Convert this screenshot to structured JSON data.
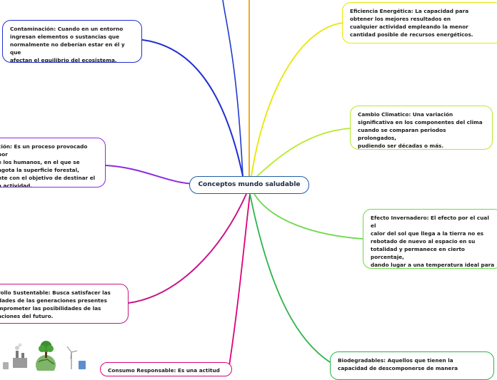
{
  "central": "Conceptos mundo saludable",
  "nodes": [
    {
      "id": "contaminacion",
      "color": "#1f2fd1",
      "text": "Contaminación: Cuando en un entorno\ningresan elementos o sustancias que\nnormalmente no deberían estar en él y que\nafectan el equilibrio del ecosistema."
    },
    {
      "id": "deforestacion",
      "color": "#8a2be2",
      "text": "ción: Es un proceso provocado por\ne los humanos, en el que se\nagota la superficie forestal,\nnte con el objetivo de destinar el\na actividad."
    },
    {
      "id": "desarrollo",
      "color": "#c71585",
      "text": "rollo Sustentable: Busca satisfacer las\ndades de las generaciones presentes\nmprometer las posibilidades de las\naciones del futuro."
    },
    {
      "id": "consumo",
      "color": "#e0007a",
      "text": "Consumo Responsable: Es una actitud que"
    },
    {
      "id": "eficiencia",
      "color": "#e8e800",
      "text": "Eficiencia Energética: La capacidad para\nobtener los mejores resultados en\ncualquier actividad empleando la menor\ncantidad posible de recursos energéticos."
    },
    {
      "id": "cambio",
      "color": "#b6ea2a",
      "text": "Cambio Climatico: Una variación\nsignificativa en los componentes del clima\ncuando se comparan periodos prolongados,\npudiendo ser décadas o más."
    },
    {
      "id": "invernadero",
      "color": "#6fd84c",
      "text": "Efecto Invernadero: El efecto por el cual el\ncalor del sol que llega a la tierra no es\nrebotado de nuevo al espacio en su\ntotalidad y permanece en cierto porcentaje,\ndando lugar a una temperatura ideal para\nla vida del planeta tierra."
    },
    {
      "id": "biodegradables",
      "color": "#2ab34a",
      "text": "Biodegradables: Aquellos que tienen la\ncapacidad de descomponerse de manera"
    }
  ]
}
